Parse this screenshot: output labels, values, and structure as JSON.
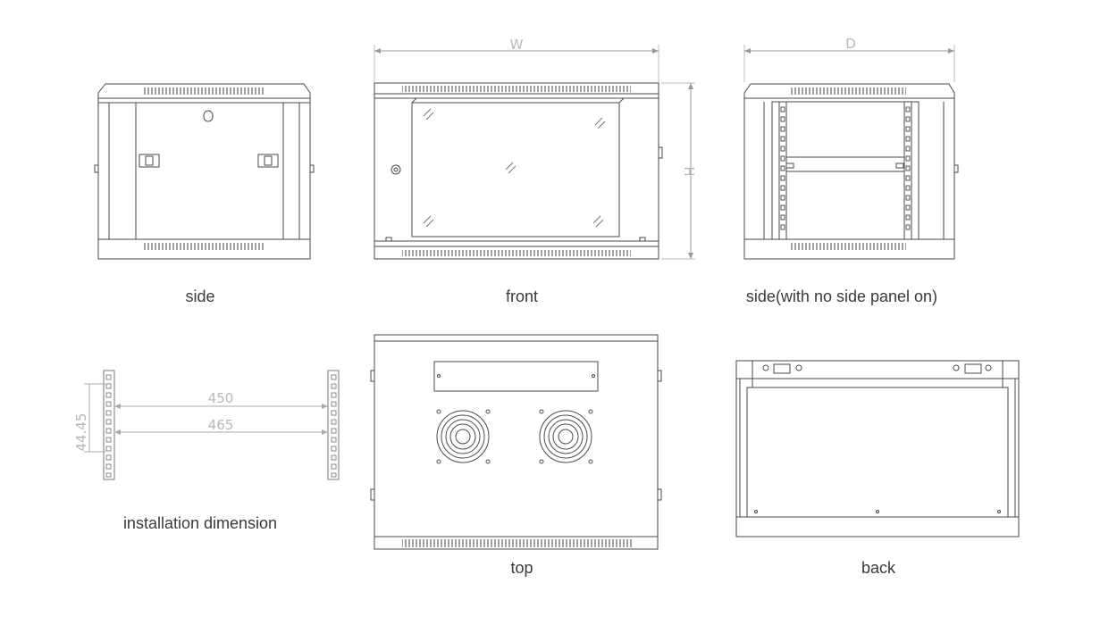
{
  "views": {
    "side": "side",
    "front": "front",
    "side_no_panel": "side(with no side panel on)",
    "installation": "installation dimension",
    "top": "top",
    "back": "back"
  },
  "dimensions": {
    "width": "W",
    "depth": "D",
    "height": "H",
    "rail_spacing_inner": "450",
    "rail_spacing_outer": "465",
    "unit_height": "44.45"
  }
}
